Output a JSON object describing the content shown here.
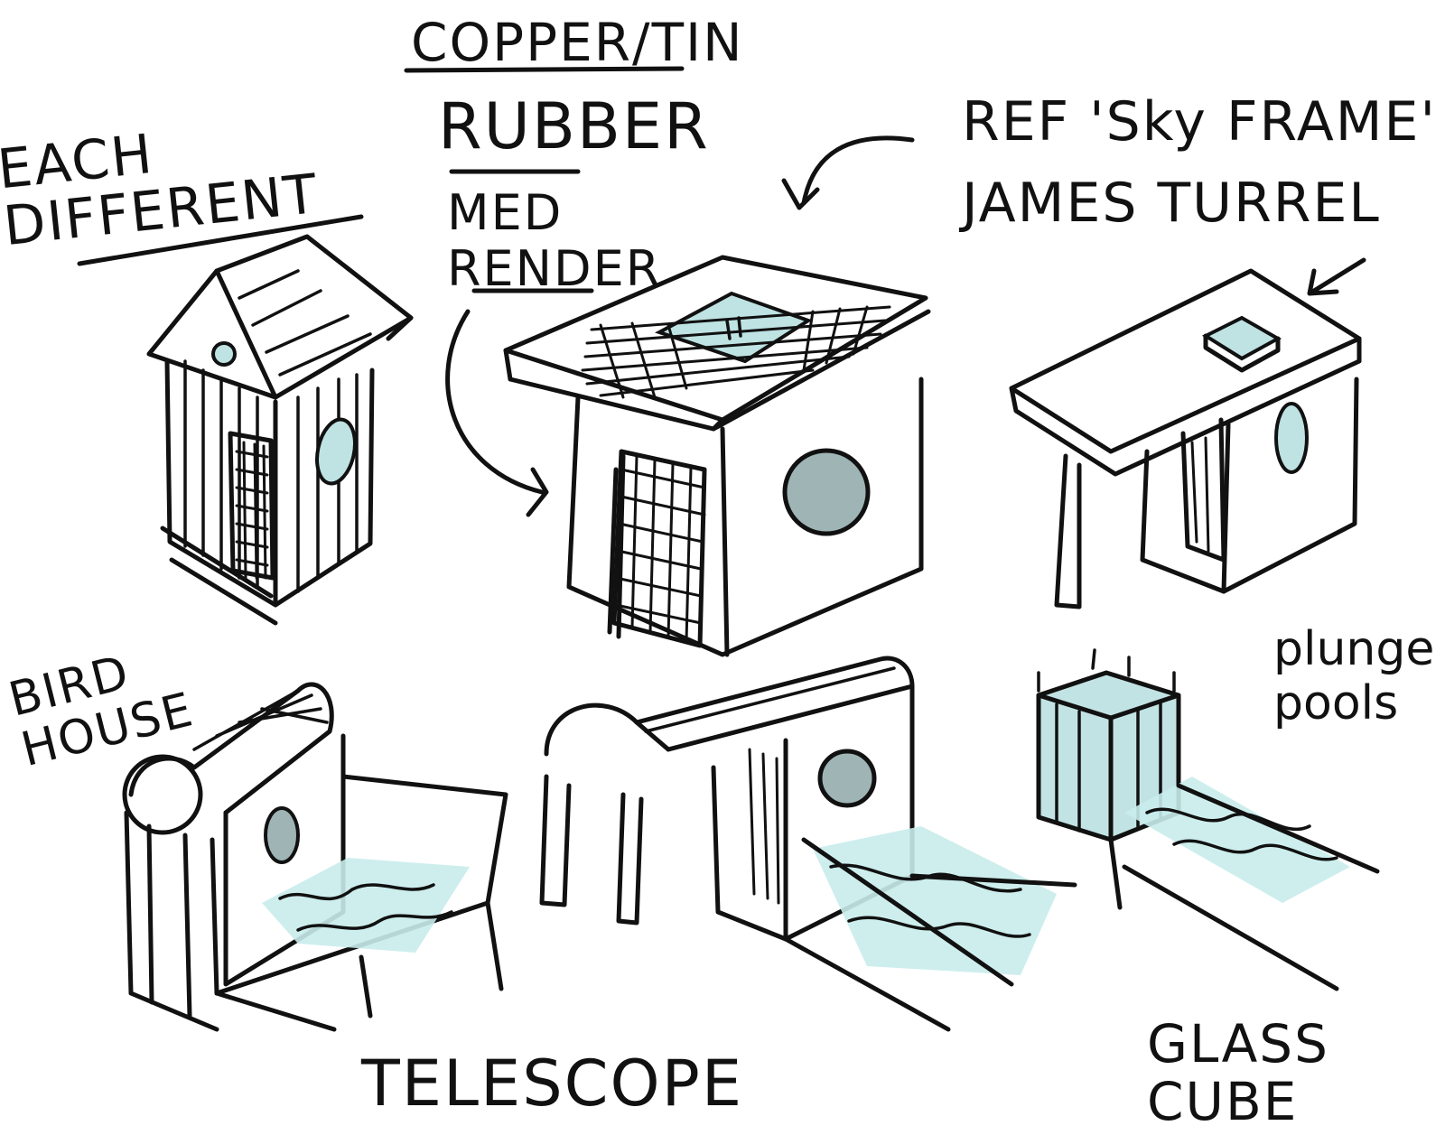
{
  "annotations": {
    "copper_tin": "COPPER/TIN",
    "rubber": "RUBBER",
    "med_render": "MED RENDER",
    "each_different": "EACH DIFFERENT",
    "ref_sky_frame": "REF 'Sky FRAME'",
    "james_turrel": "JAMES TURREL",
    "bird_house": "BIRD HOUSE",
    "plunge_pools": "plunge pools",
    "telescope": "TELESCOPE",
    "glass_cube": "GLASS CUBE"
  },
  "colors": {
    "ink": "#111111",
    "glass_tint": "#bfe2e3",
    "water_tint": "#c9ecec",
    "paper": "#ffffff"
  }
}
